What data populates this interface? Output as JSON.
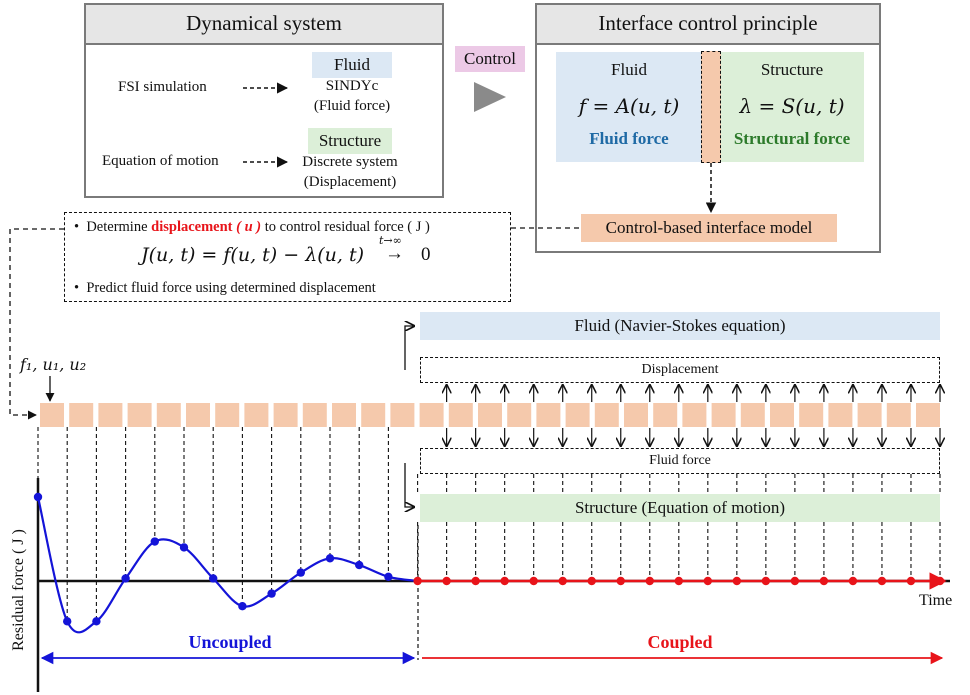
{
  "dynamical_system": {
    "title": "Dynamical system",
    "fsi_label": "FSI simulation",
    "eom_label": "Equation of motion",
    "fluid_tag": "Fluid",
    "sindy": "SINDYc",
    "fluid_force": "(Fluid force)",
    "structure_tag": "Structure",
    "discrete": "Discrete system",
    "displacement": "(Displacement)"
  },
  "control_label": "Control",
  "interface": {
    "title": "Interface control principle",
    "fluid_label": "Fluid",
    "fluid_eq": "f = A(u, t)",
    "fluid_force_label": "Fluid force",
    "structure_label": "Structure",
    "structure_eq": "λ = S(u, t)",
    "structural_force_label": "Structural force",
    "model_label": "Control-based interface model"
  },
  "explain": {
    "bullet1_prefix": "Determine ",
    "bullet1_highlight": "displacement",
    "bullet1_var": "( u )",
    "bullet1_suffix": " to control residual force ( J )",
    "equation": "J(u, t) = f(u, t) − λ(u, t)",
    "limit_over": "t→∞",
    "limit_arrow": "→",
    "limit_value": "0",
    "bullet2": "Predict fluid force using determined displacement"
  },
  "timeline": {
    "initial_label": "f₁, u₁, u₂",
    "fluid_band": "Fluid (Navier-Stokes equation)",
    "displacement_band": "Displacement",
    "fluid_force_band": "Fluid force",
    "structure_band": "Structure (Equation of motion)"
  },
  "chart_data": {
    "type": "line",
    "ylabel": "Residual force ( J )",
    "xlabel": "Time",
    "series": [
      {
        "name": "Uncoupled",
        "values": [
          1.0,
          -0.48,
          -0.48,
          0.03,
          0.47,
          0.4,
          0.03,
          -0.3,
          -0.15,
          0.1,
          0.27,
          0.19,
          0.05,
          0.0
        ]
      },
      {
        "name": "Coupled",
        "values": [
          0.0,
          0.0,
          0.0,
          0.0,
          0.0,
          0.0,
          0.0,
          0.0,
          0.0,
          0.0,
          0.0,
          0.0,
          0.0,
          0.0,
          0.0,
          0.0,
          0.0,
          0.0,
          0.0
        ]
      }
    ],
    "region_labels": [
      "Uncoupled",
      "Coupled"
    ]
  },
  "colors": {
    "fluid_blue": "#dce8f4",
    "structure_green": "#dcefd8",
    "interface_orange": "#f5c9ac",
    "uncoupled_blue": "#1414d8",
    "coupled_red": "#e8141a",
    "fluid_force_text": "#1f6aa5",
    "structural_force_text": "#2c7a2a",
    "control_pink": "#ecc9e6",
    "highlight_red": "#e8141a"
  }
}
